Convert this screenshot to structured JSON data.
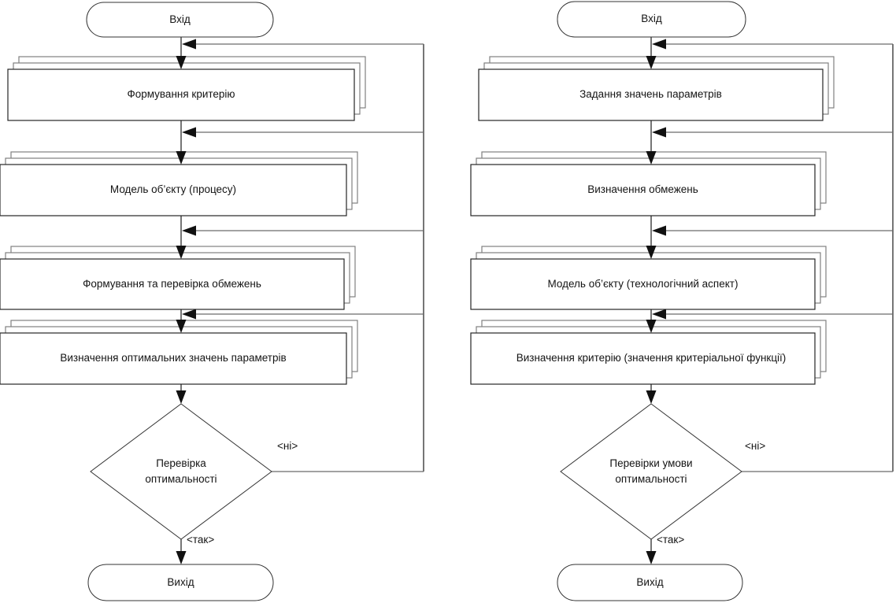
{
  "diagram": {
    "title_note": "",
    "left_flowchart": {
      "start": "Вхід",
      "steps": [
        "Формування критерію",
        "Модель об’єкту (процесу)",
        "Формування та перевірка обмежень",
        "Визначення оптимальних значень параметрів"
      ],
      "decision": "Перевірка оптимальності",
      "no_label": "<ні>",
      "yes_label": "<так>",
      "end": "Вихід"
    },
    "right_flowchart": {
      "start": "Вхід",
      "steps": [
        "Задання значень параметрів",
        "Визначення обмежень",
        "Модель об’єкту (технологічний аспект)",
        "Визначення критерію (значення критеріальної функції)"
      ],
      "decision": "Перевірки умови оптимальності",
      "no_label": "<ні>",
      "yes_label": "<так>",
      "end": "Вихід"
    },
    "colors": {
      "flow_line": "#1a1a1a",
      "loop_line": "#6b6b6b",
      "sheet_back_border": "#808080",
      "sheet_front_border": "#262626",
      "shape_fill": "#ffffff",
      "text": "#141414"
    }
  }
}
